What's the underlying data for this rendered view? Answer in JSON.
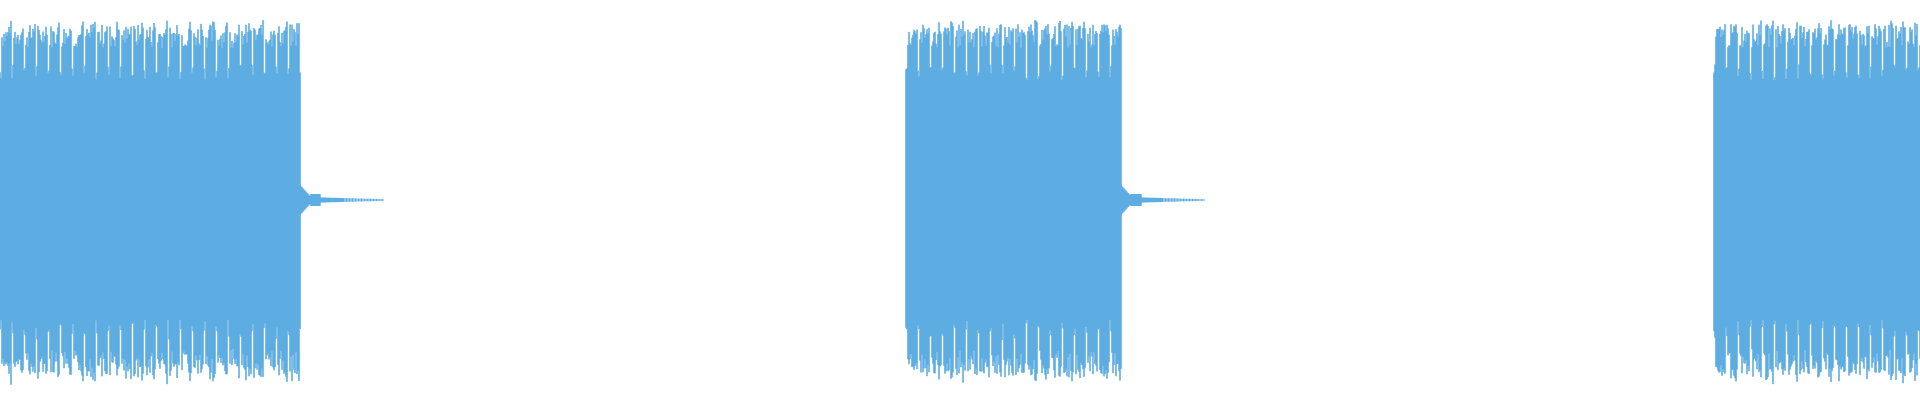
{
  "waveform": {
    "color": "#5dade2",
    "background": "#ffffff",
    "clips": [
      {
        "start_fraction": 0.0,
        "end_fraction": 0.1565,
        "tail_end_fraction": 0.2
      },
      {
        "start_fraction": 0.472,
        "end_fraction": 0.584,
        "tail_end_fraction": 0.627
      },
      {
        "start_fraction": 0.8925,
        "end_fraction": 1.0,
        "tail_end_fraction": 1.0
      }
    ],
    "peak_level": 0.84,
    "body_level": 0.6
  }
}
